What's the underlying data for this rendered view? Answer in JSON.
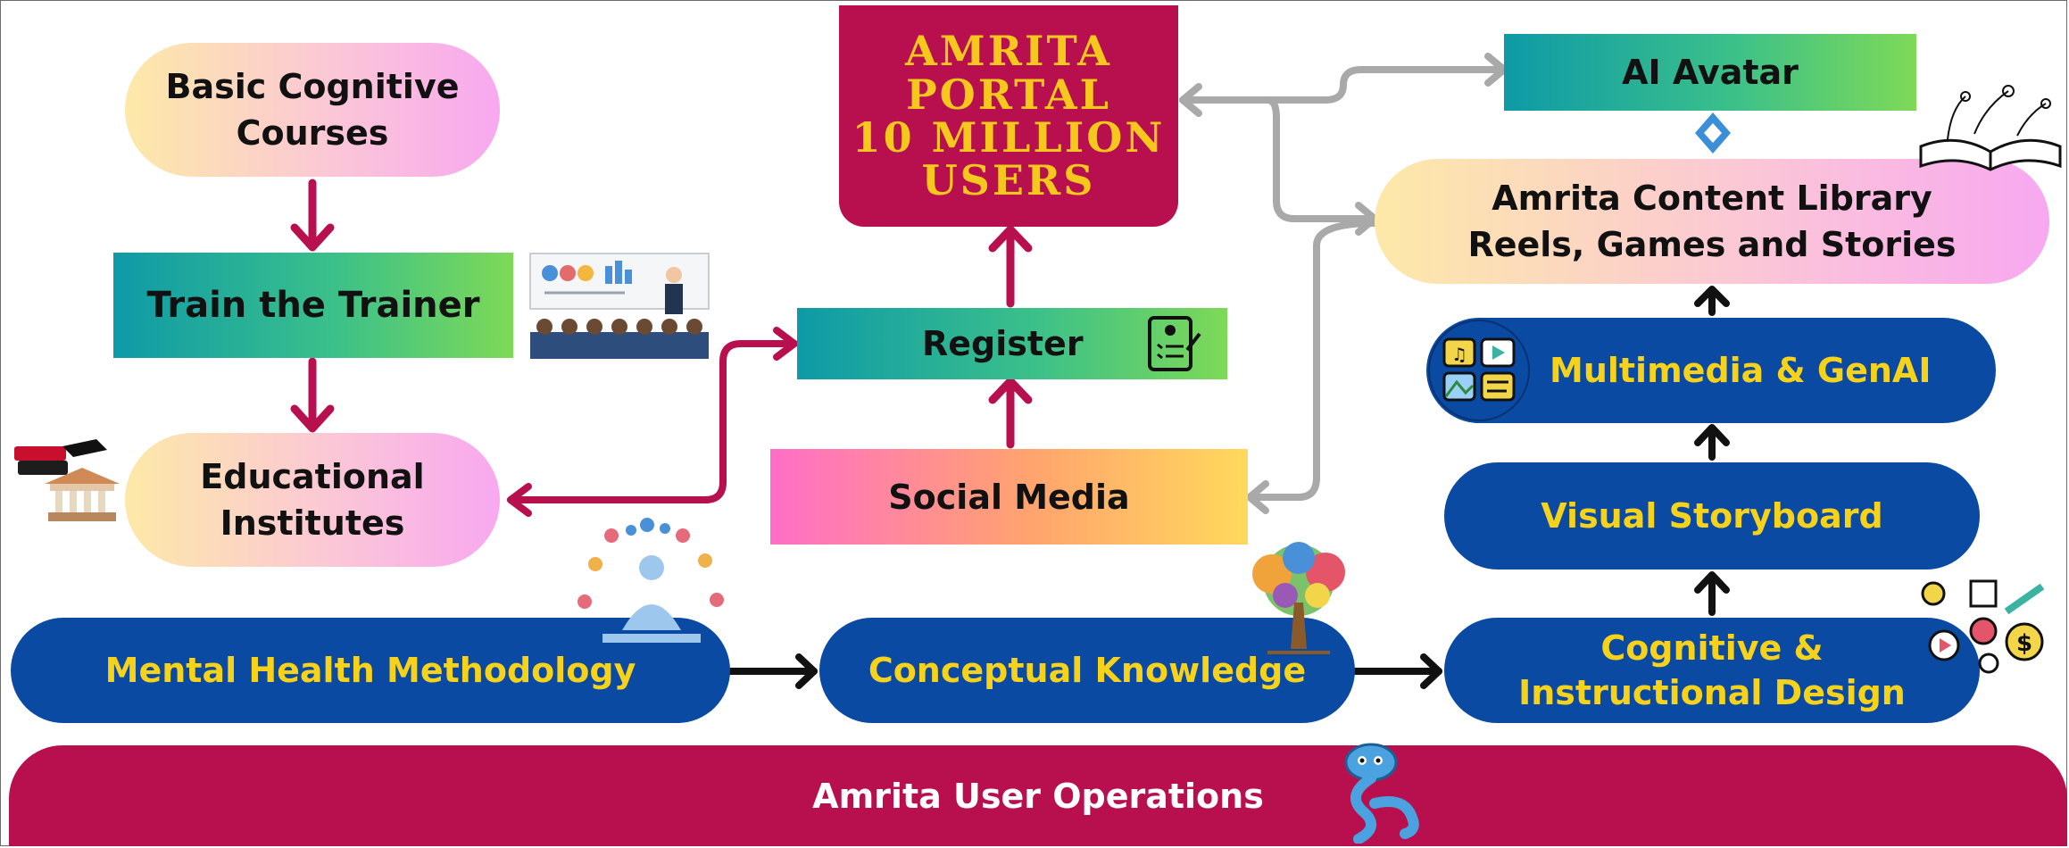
{
  "nodes": {
    "basic_cognitive": [
      "Basic Cognitive",
      "Courses"
    ],
    "train_trainer": "Train the Trainer",
    "educational": [
      "Educational",
      "Institutes"
    ],
    "portal": [
      "AMRITA",
      "PORTAL",
      "10 MILLION",
      "USERS"
    ],
    "register": "Register",
    "social_media": "Social Media",
    "ai_avatar": "AI Avatar",
    "content_library": [
      "Amrita Content Library",
      "Reels, Games and Stories"
    ],
    "multimedia": "Multimedia & GenAI",
    "storyboard": "Visual Storyboard",
    "cognitive_design": [
      "Cognitive &",
      "Instructional Design"
    ],
    "mental_health": "Mental Health Methodology",
    "conceptual": "Conceptual Knowledge",
    "user_ops": "Amrita User Operations"
  },
  "colors": {
    "crimson": "#b8104f",
    "navy": "#0b4aa2",
    "gold": "#f6d21b",
    "grey_arrow": "#a9a9a9",
    "black_arrow": "#111111"
  },
  "icons": [
    "books-building-icon",
    "trainer-presentation-icon",
    "register-form-icon",
    "meditation-icon",
    "tree-icon",
    "design-gears-icon",
    "multimedia-icon",
    "open-book-icon",
    "diamond-connector-icon",
    "mascot-snake-icon"
  ]
}
